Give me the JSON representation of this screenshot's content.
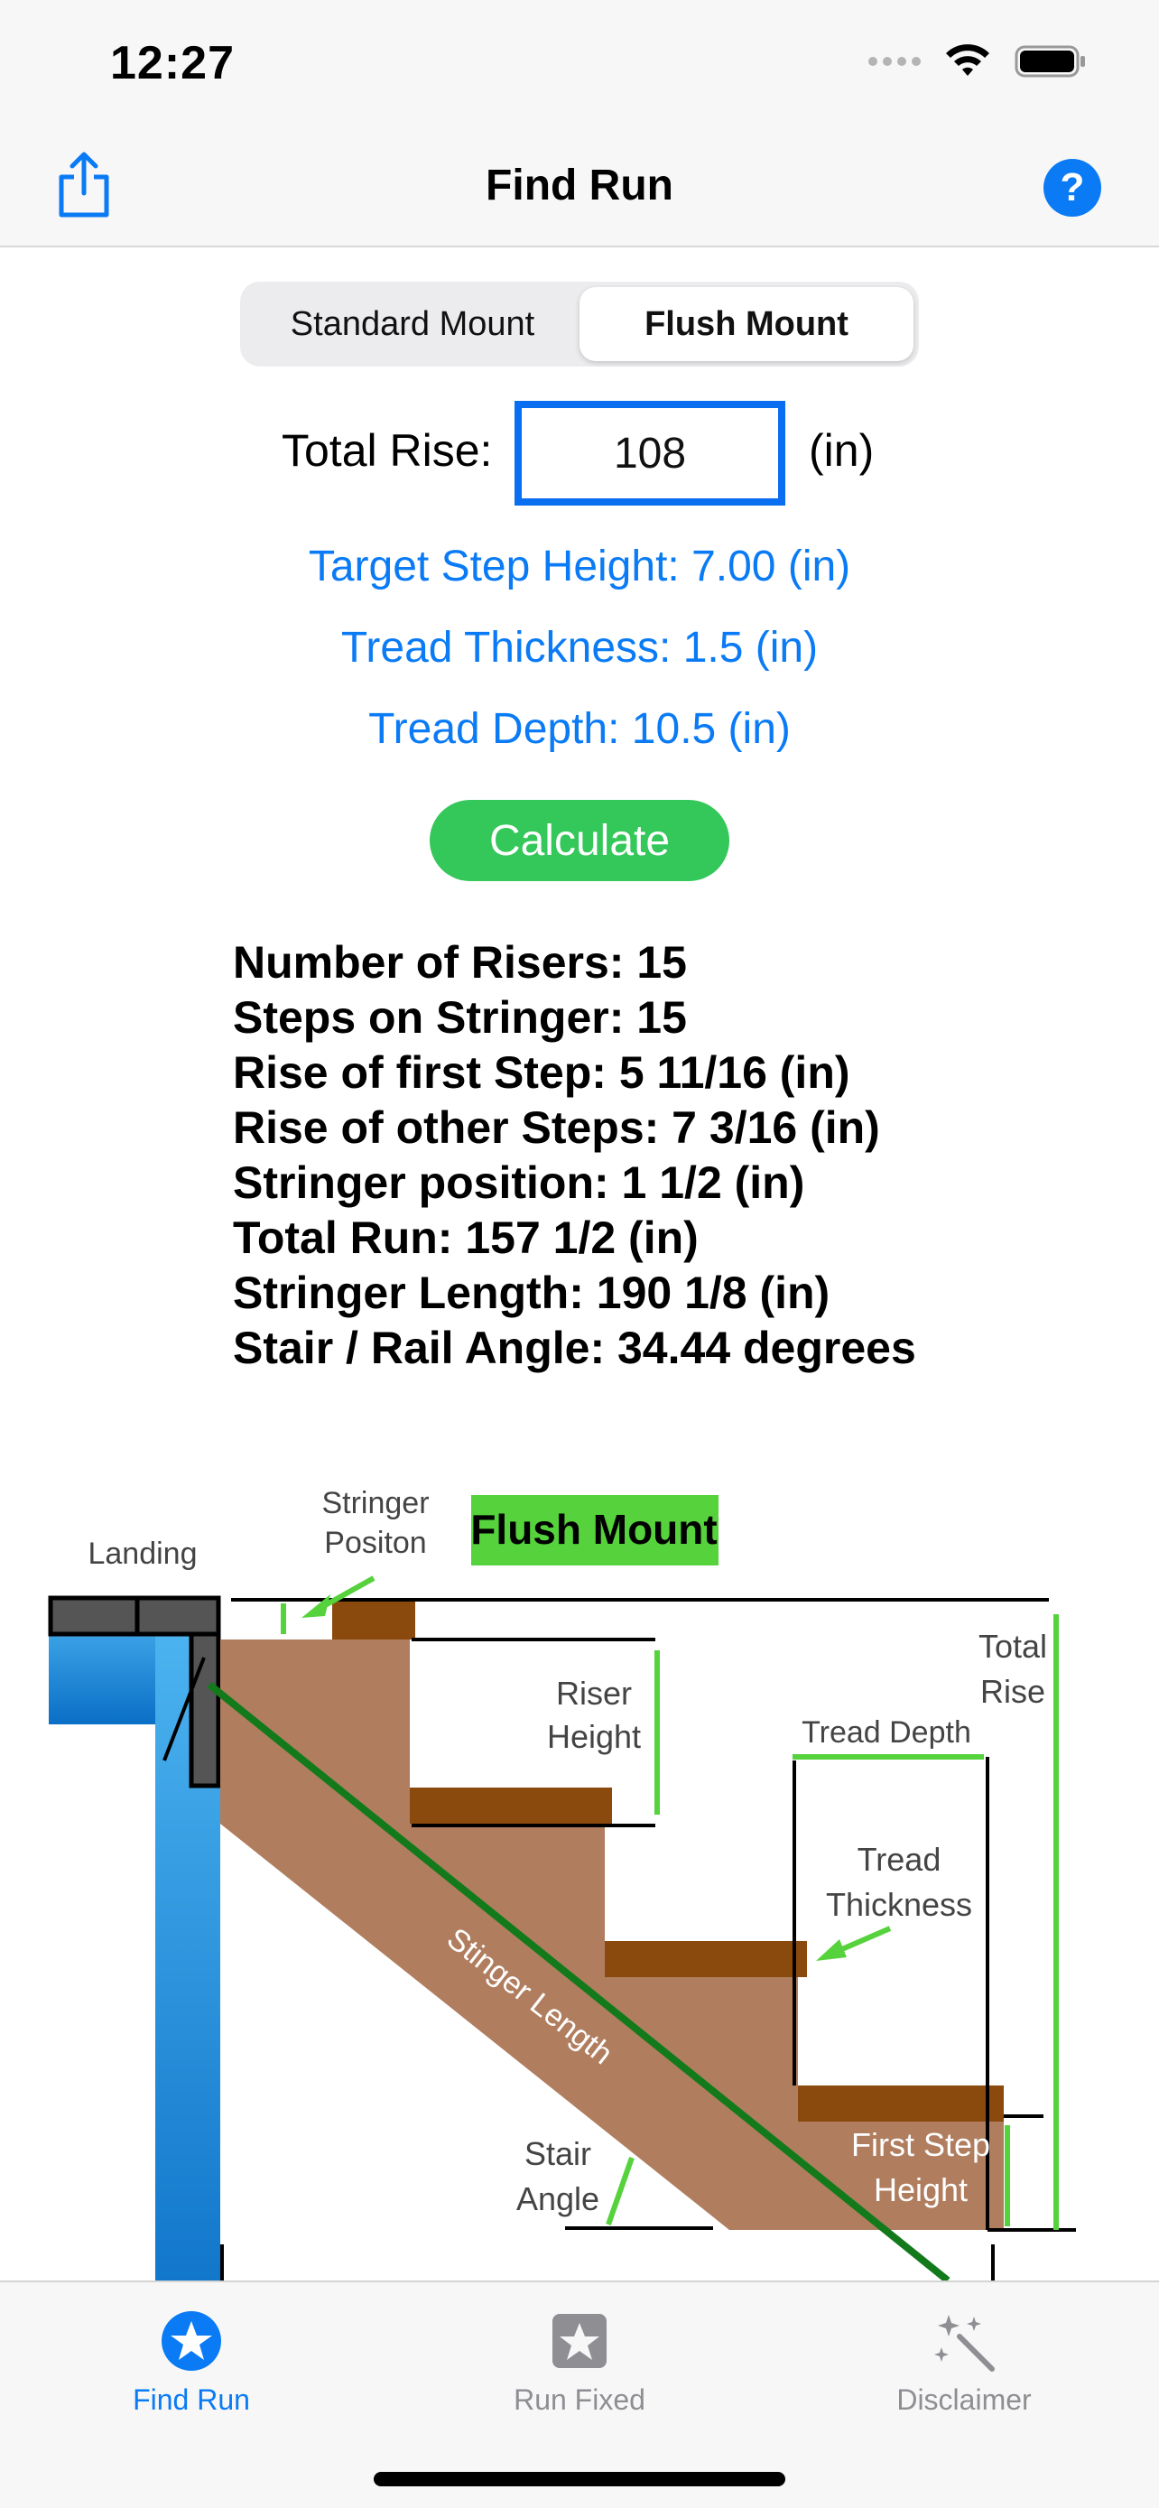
{
  "status_bar": {
    "time": "12:27"
  },
  "nav": {
    "title": "Find Run"
  },
  "segments": [
    {
      "label": "Standard Mount",
      "active": false
    },
    {
      "label": "Flush Mount",
      "active": true
    }
  ],
  "rise": {
    "label": "Total Rise:",
    "value": "108",
    "unit": "(in)"
  },
  "settings": {
    "target_step_height": "Target Step Height: 7.00 (in)",
    "tread_thickness": "Tread Thickness: 1.5 (in)",
    "tread_depth": "Tread Depth: 10.5 (in)"
  },
  "calculate_label": "Calculate",
  "results": [
    "Number of Risers: 15",
    "Steps on Stringer: 15",
    "Rise of first Step: 5 11/16 (in)",
    "Rise of other Steps: 7 3/16 (in)",
    "Stringer position: 1 1/2 (in)",
    "Total Run: 157 1/2 (in)",
    "Stringer Length: 190 1/8 (in)",
    "Stair / Rail Angle: 34.44 degrees"
  ],
  "diagram": {
    "title": "Flush Mount",
    "landing": "Landing",
    "stringer_position": [
      "Stringer",
      "Positon"
    ],
    "riser_height": [
      "Riser",
      "Height"
    ],
    "total_rise": [
      "Total",
      "Rise"
    ],
    "tread_depth": "Tread Depth",
    "tread_thickness": [
      "Tread",
      "Thickness"
    ],
    "stringer_length": "Stinger Length",
    "stair_angle": [
      "Stair",
      "Angle"
    ],
    "first_step_height": [
      "First Step",
      "Height"
    ]
  },
  "tabs": [
    {
      "label": "Find Run",
      "icon": "star-circle-icon",
      "active": true
    },
    {
      "label": "Run Fixed",
      "icon": "star-square-icon",
      "active": false
    },
    {
      "label": "Disclaimer",
      "icon": "magic-wand-icon",
      "active": false
    }
  ],
  "colors": {
    "accent_blue": "#0a7bf5",
    "calc_green": "#34c759",
    "stringer_brown": "#b07e5f",
    "tread_brown": "#8b4a0d",
    "guide_green": "#55d23c",
    "landing_blue": "#2f9ee8"
  }
}
